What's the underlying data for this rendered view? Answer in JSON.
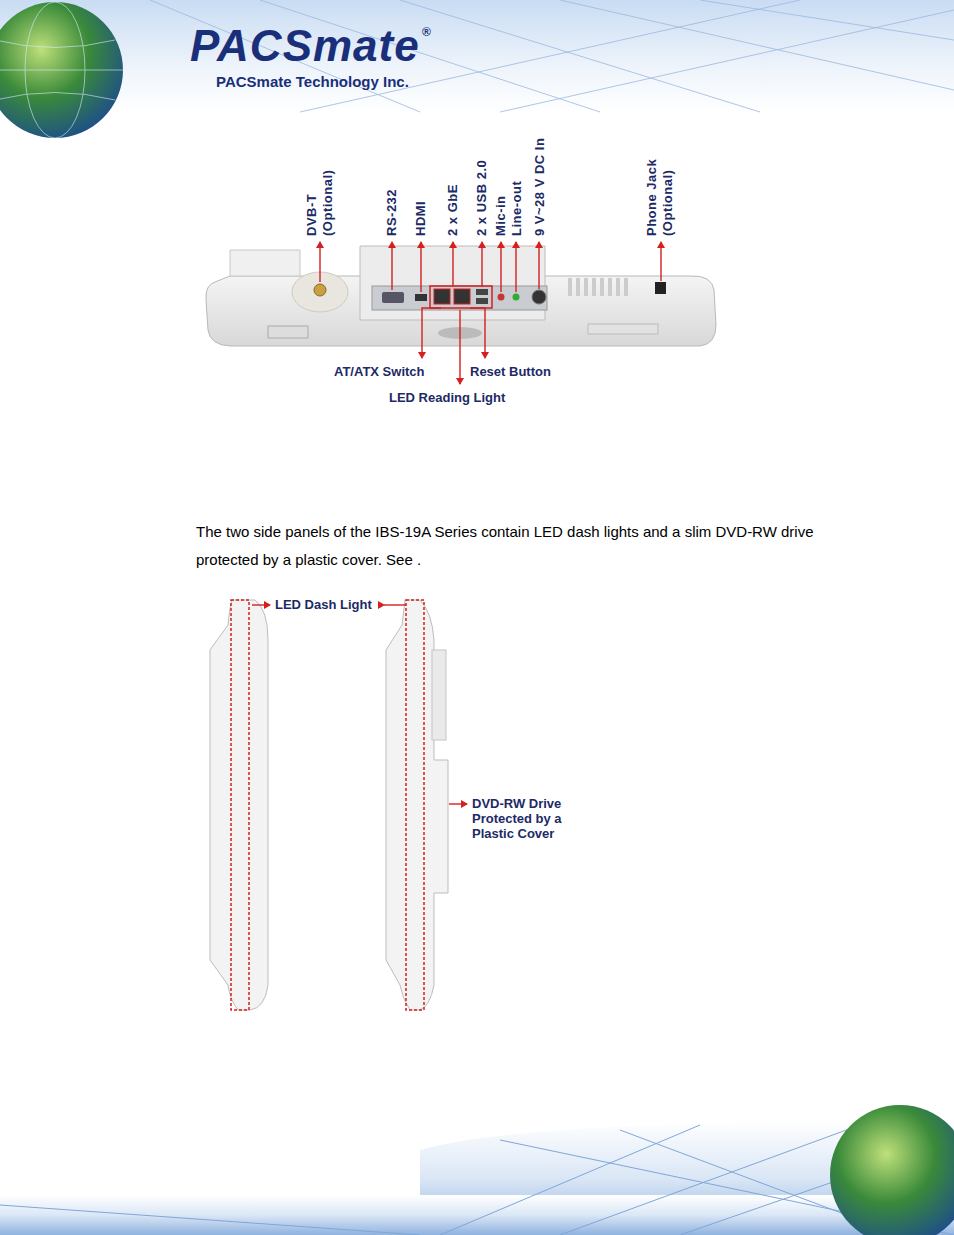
{
  "diagram": {
    "labels": [
      "PACSmate",
      "®",
      "PACSmate Technology Inc.",
      "DVB-T (Optional)",
      "RS-232",
      "HDMI",
      "2 x GbE",
      "2 x USB 2.0",
      "Mic-in",
      "Line-out",
      "9 V~28 V DC In",
      "Phone Jack (Optional)",
      "AT/ATX Switch",
      "Reset Button",
      "LED Reading Light",
      "The two side panels of the IBS-19A Series contain LED dash lights and a slim DVD-RW drive protected by a plastic cover. See .",
      "LED Dash Light",
      "DVD-RW Drive Protected by a Plastic Cover"
    ]
  }
}
